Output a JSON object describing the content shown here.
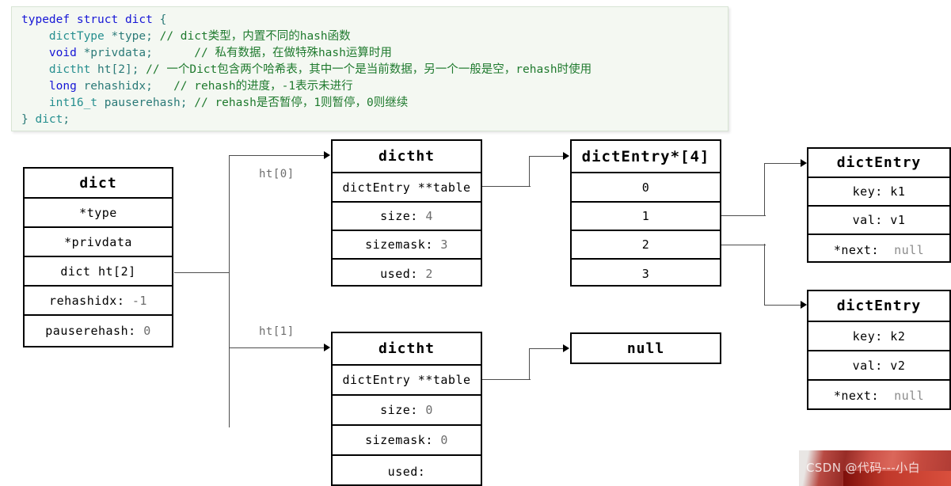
{
  "code": {
    "lines": [
      [
        {
          "t": "typedef struct dict",
          "c": "kw"
        },
        {
          "t": " ",
          "c": "pln"
        },
        {
          "t": "{",
          "c": "pln"
        }
      ],
      [
        {
          "t": "    ",
          "c": "pln"
        },
        {
          "t": "dictType",
          "c": "ty"
        },
        {
          "t": " *type;",
          "c": "pln"
        },
        {
          "t": " // dict类型，内置不同的hash函数",
          "c": "cmt"
        }
      ],
      [
        {
          "t": "    ",
          "c": "pln"
        },
        {
          "t": "void",
          "c": "kw"
        },
        {
          "t": " *privdata;",
          "c": "pln"
        },
        {
          "t": "      // 私有数据，在做特殊hash运算时用",
          "c": "cmt"
        }
      ],
      [
        {
          "t": "    ",
          "c": "pln"
        },
        {
          "t": "dictht",
          "c": "ty"
        },
        {
          "t": " ht[2];",
          "c": "pln"
        },
        {
          "t": " // 一个Dict包含两个哈希表，其中一个是当前数据，另一个一般是空，rehash时使用",
          "c": "cmt"
        }
      ],
      [
        {
          "t": "    ",
          "c": "pln"
        },
        {
          "t": "long",
          "c": "kw"
        },
        {
          "t": " rehashidx;",
          "c": "pln"
        },
        {
          "t": "   // rehash的进度，-1表示未进行",
          "c": "cmt"
        }
      ],
      [
        {
          "t": "    ",
          "c": "pln"
        },
        {
          "t": "int16_t",
          "c": "ty"
        },
        {
          "t": " pauserehash;",
          "c": "pln"
        },
        {
          "t": " // rehash是否暂停，1则暂停，0则继续",
          "c": "cmt"
        }
      ],
      [
        {
          "t": "} ",
          "c": "pln"
        },
        {
          "t": "dict",
          "c": "ty"
        },
        {
          "t": ";",
          "c": "pln"
        }
      ]
    ]
  },
  "dict_box": {
    "title": "dict",
    "rows": [
      {
        "label": "*type",
        "value": ""
      },
      {
        "label": "*privdata",
        "value": ""
      },
      {
        "label": "dict ht[2]",
        "value": ""
      },
      {
        "label": "rehashidx:",
        "value": "-1"
      },
      {
        "label": "pauserehash:",
        "value": "0"
      }
    ]
  },
  "ht_labels": {
    "ht0": "ht[0]",
    "ht1": "ht[1]"
  },
  "dictht0": {
    "title": "dictht",
    "rows": [
      {
        "label": "dictEntry **table",
        "value": ""
      },
      {
        "label": "size:",
        "value": "4"
      },
      {
        "label": "sizemask:",
        "value": "3"
      },
      {
        "label": "used:",
        "value": "2"
      }
    ]
  },
  "dictht1": {
    "title": "dictht",
    "rows": [
      {
        "label": "dictEntry **table",
        "value": ""
      },
      {
        "label": "size:",
        "value": "0"
      },
      {
        "label": "sizemask:",
        "value": "0"
      },
      {
        "label": "used:",
        "value": ""
      }
    ]
  },
  "bucket_array": {
    "title": "dictEntry*[4]",
    "slots": [
      "0",
      "1",
      "2",
      "3"
    ]
  },
  "null_box": {
    "title": "null"
  },
  "entry1": {
    "title": "dictEntry",
    "rows": [
      {
        "label": "key:",
        "value": "k1",
        "gray": false
      },
      {
        "label": "val:",
        "value": "v1",
        "gray": false
      },
      {
        "label": "*next:",
        "value": "null",
        "gray": true
      }
    ]
  },
  "entry2": {
    "title": "dictEntry",
    "rows": [
      {
        "label": "key:",
        "value": "k2",
        "gray": false
      },
      {
        "label": "val:",
        "value": "v2",
        "gray": false
      },
      {
        "label": "*next:",
        "value": "null",
        "gray": true
      }
    ]
  },
  "watermark": {
    "text": "CSDN @代码---小白"
  },
  "colors": {
    "code_bg": "#f4f8f2",
    "code_border": "#d8e4d4",
    "keyword": "#1616d6",
    "type": "#268f8f",
    "comment": "#1f7a2e",
    "box_border": "#000000",
    "value_gray": "#6d6d6d",
    "line": "#4d4d4d",
    "watermark_red": "#c0392b"
  }
}
